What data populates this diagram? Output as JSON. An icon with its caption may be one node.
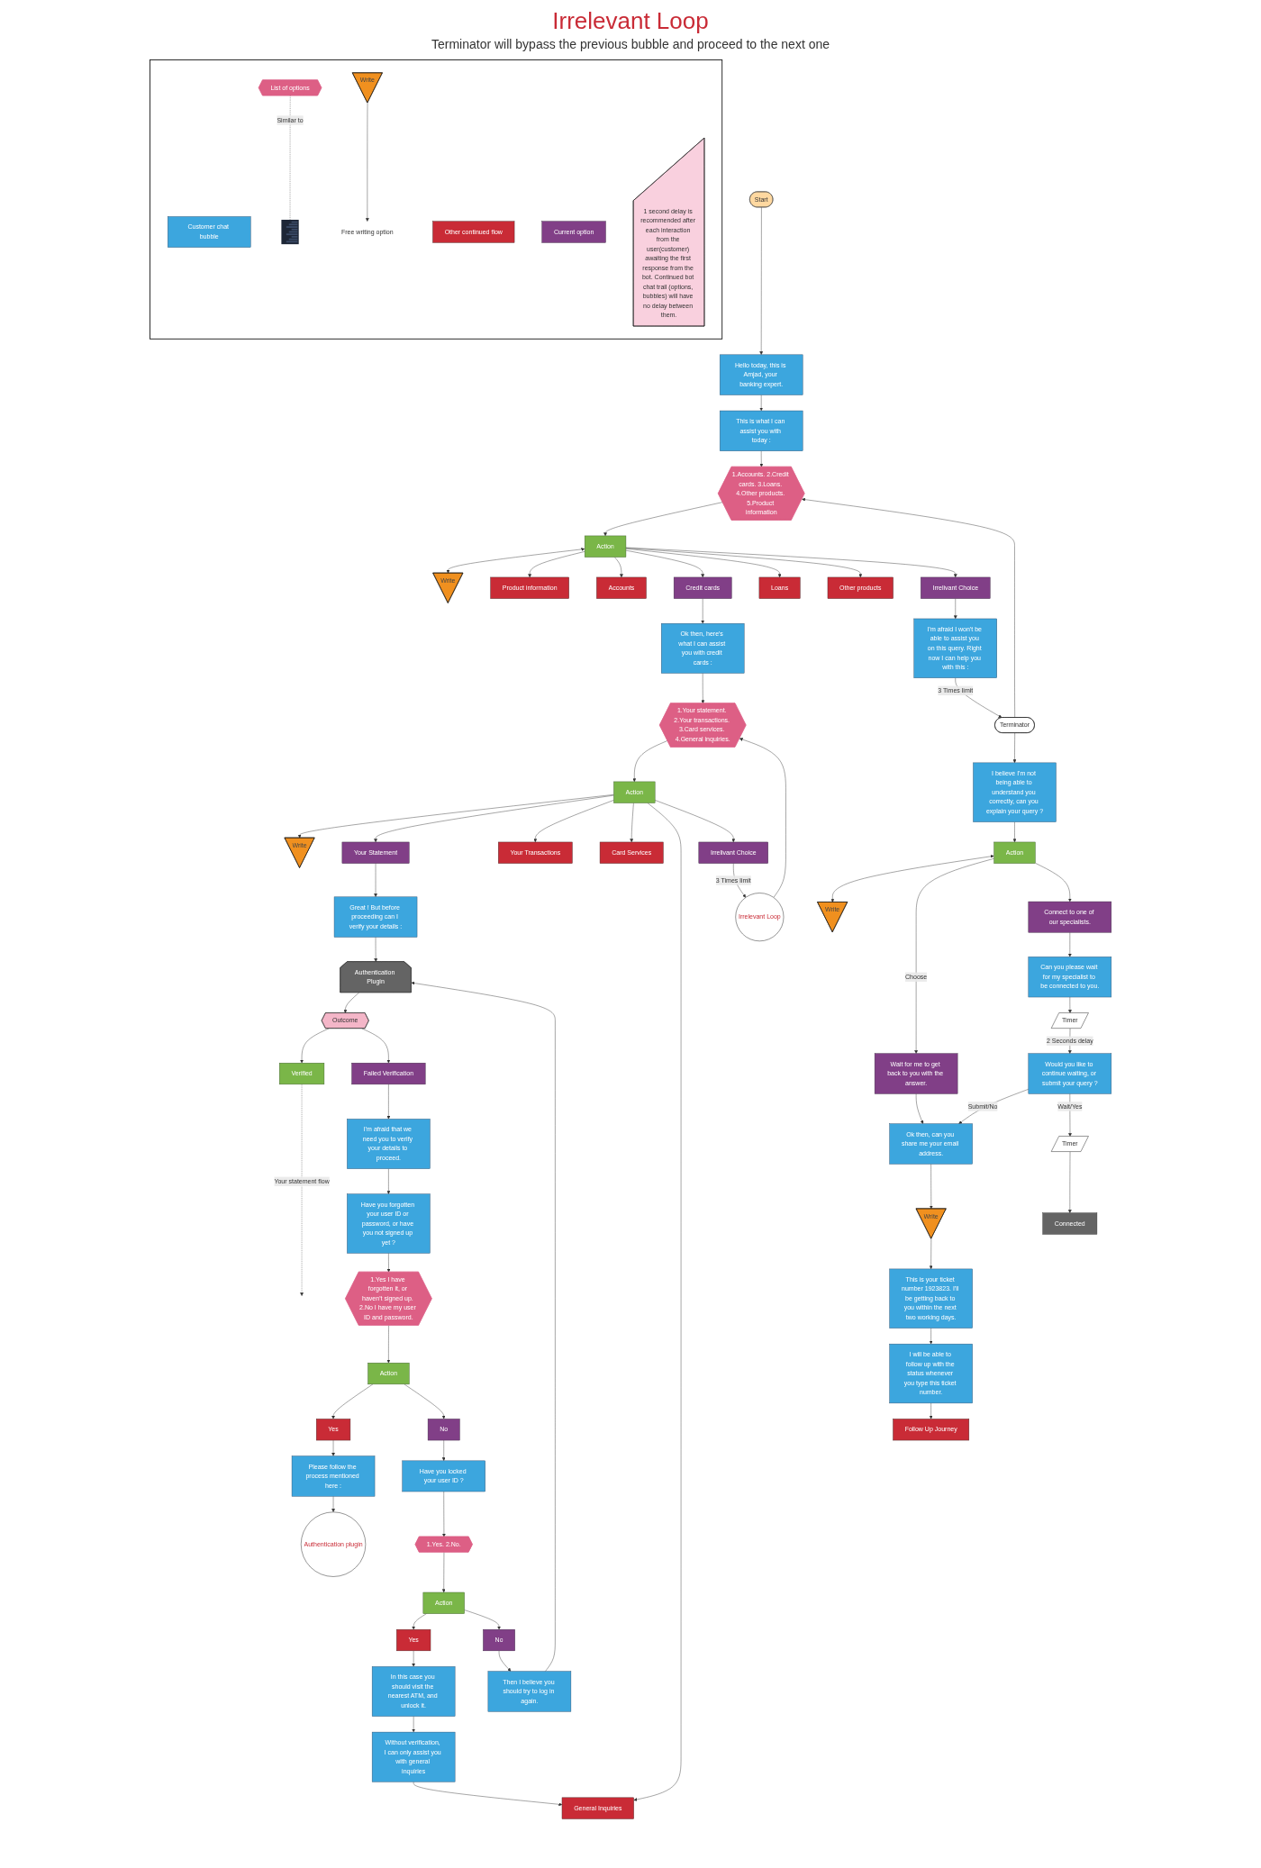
{
  "diagram": {
    "title": "Irrelevant Loop",
    "nodes": [
      {
        "text": [],
        "shape": "box"
      },
      {
        "text": [
          "Customer chat bubble"
        ],
        "in": 0
      },
      {
        "text": [
          "List of options"
        ],
        "in": 0
      },
      {
        "text": [],
        "shape": "picture",
        "in": 0
      },
      {
        "text": [
          "Write"
        ],
        "in": 0
      },
      {
        "text": [
          "Free writing option"
        ],
        "in": 0
      },
      {
        "text": [
          "Other continued flow"
        ],
        "in": 0
      },
      {
        "text": [
          "Current option"
        ],
        "in": 0
      },
      {
        "text": [
          "1 second delay is recommended after each interaction from the user(customer) awaiting the first response from the bot. Continued bot chat trail (options, bubbles) will have no delay between them."
        ],
        "in": 0
      },
      {
        "text": [
          "Start"
        ]
      },
      {
        "text": [
          "Hello today, this is Amjad, your banking expert."
        ]
      },
      {
        "text": [
          "This is what I can assist you with today :"
        ]
      },
      {
        "text": [
          "1.Accounts. 2.Credit cards. 3.Loans. 4.Other products. 5.Product information"
        ]
      },
      {
        "text": [
          "Action"
        ]
      },
      {
        "text": [
          "Write"
        ]
      },
      {
        "text": [
          "Product information"
        ]
      },
      {
        "text": [
          "Accounts"
        ]
      },
      {
        "text": [
          "Credit cards"
        ]
      },
      {
        "text": [
          "Loans"
        ]
      },
      {
        "text": [
          "Other products"
        ]
      },
      {
        "text": [
          "Irrelivant Choice"
        ]
      },
      {
        "text": [
          "Ok then, here's what I can assist you with credit cards :"
        ]
      },
      {
        "text": [
          "I'm afraid I won't be able to assist you on this query. Right now I can help you with this :"
        ]
      },
      {
        "text": [
          "Terminator"
        ]
      },
      {
        "text": [
          "I believe I'm not being able to understand you correctly, can you explain your query ?"
        ]
      },
      {
        "text": [
          "Action"
        ]
      },
      {
        "text": [
          "Write"
        ]
      },
      {
        "text": [
          "Wait for me to get back to you with the answer."
        ]
      },
      {
        "text": [
          "Connect to one of our specialists."
        ]
      },
      {
        "text": [
          "Ok then, can you share me your email address."
        ]
      },
      {
        "text": [
          "Can you please wait for my specialist to be connected to you."
        ]
      },
      {
        "text": [
          "Timer"
        ]
      },
      {
        "text": [
          "Write"
        ]
      },
      {
        "text": [
          "Would you like to continue waiting, or submit your query ?"
        ]
      },
      {
        "text": [
          "This is your ticket number 1923823. I'll be getting back to you within the next two working days."
        ]
      },
      {
        "text": [
          "Timer"
        ]
      },
      {
        "text": [
          "I will be able to follow up with the status whenever you type this ticket number."
        ]
      },
      {
        "text": [
          "Connected"
        ]
      },
      {
        "text": [
          "Follow Up Journey"
        ]
      },
      {
        "text": [
          "1.Your statement. 2.Your transactions. 3.Card services. 4.General inquiries."
        ]
      },
      {
        "text": [
          "Irrelevant Loop"
        ]
      },
      {
        "text": [
          "Action"
        ]
      },
      {
        "text": [
          "Write"
        ]
      },
      {
        "text": [
          "Your Statement"
        ]
      },
      {
        "text": [
          "Your Transactions"
        ]
      },
      {
        "text": [
          "Card Services"
        ]
      },
      {
        "text": [
          "General Inquiries"
        ]
      },
      {
        "text": [
          "Irrelivant Choice"
        ]
      },
      {
        "text": [
          "Great ! But before proceeding can I verify your details :"
        ]
      },
      {
        "text": [
          "Authentication Plugin"
        ]
      },
      {
        "text": [
          "Outcome"
        ]
      },
      {
        "text": [
          "Verified"
        ]
      },
      {
        "text": [
          "Failed Verification"
        ]
      },
      {
        "text": [
          "I'm afraid that we need you to verify your details to proceed."
        ]
      },
      {
        "text": [
          "Have you forgotten your user ID or password, or have you not signed up yet ?"
        ]
      },
      {
        "text": [
          "1.Yes I have forgotten it, or haven't signed up. 2.No I have my user ID and password."
        ]
      },
      {
        "text": [
          "Action"
        ]
      },
      {
        "text": [
          "Yes"
        ]
      },
      {
        "text": [
          "No"
        ]
      },
      {
        "text": [
          "Please follow the process mentioned here :"
        ]
      },
      {
        "text": [
          "Have you locked your user ID ?"
        ]
      },
      {
        "text": [
          "Authentication plugin"
        ]
      },
      {
        "text": [
          "1.Yes. 2.No."
        ]
      },
      {
        "text": [
          "Action"
        ]
      },
      {
        "text": [
          "Yes"
        ]
      },
      {
        "text": [
          "No"
        ]
      },
      {
        "text": [
          "In this case you should visit the nearest ATM, and unlock it."
        ]
      },
      {
        "text": [
          "Then I believe you should try to log in again."
        ]
      },
      {
        "text": [
          "Without verification, I can only assist you with general inquiries"
        ]
      }
    ],
    "edges": [
      {
        "from": 2,
        "to": 3,
        "arrow": "to",
        "label": "Similar to",
        "style": "dashed"
      },
      {
        "from": 4,
        "to": 5,
        "arrow": "to"
      },
      {
        "from": 9,
        "to": 10,
        "arrow": "to"
      },
      {
        "from": 10,
        "to": 11,
        "arrow": "to"
      },
      {
        "from": 11,
        "to": 12,
        "arrow": "to"
      },
      {
        "from": 12,
        "to": 13,
        "arrow": "to"
      },
      {
        "from": 13,
        "to": 14,
        "arrow": "both"
      },
      {
        "from": 13,
        "to": 15,
        "arrow": "to"
      },
      {
        "from": 13,
        "to": 16,
        "arrow": "to"
      },
      {
        "from": 13,
        "to": 17,
        "arrow": "to"
      },
      {
        "from": 13,
        "to": 18,
        "arrow": "to"
      },
      {
        "from": 13,
        "to": 19,
        "arrow": "to"
      },
      {
        "from": 13,
        "to": 20,
        "arrow": "to"
      },
      {
        "from": 17,
        "to": 21,
        "arrow": "to"
      },
      {
        "from": 20,
        "to": 22,
        "arrow": "to"
      },
      {
        "from": 22,
        "to": 23,
        "arrow": "to",
        "label": "3 Times limit"
      },
      {
        "from": 23,
        "to": 12,
        "arrow": "to"
      },
      {
        "from": 23,
        "to": 24,
        "arrow": "to"
      },
      {
        "from": 24,
        "to": 25,
        "arrow": "to"
      },
      {
        "from": 25,
        "to": 26,
        "arrow": "both"
      },
      {
        "from": 25,
        "to": 27,
        "arrow": "to",
        "label": "Choose"
      },
      {
        "from": 25,
        "to": 28,
        "arrow": "to"
      },
      {
        "from": 27,
        "to": 29,
        "arrow": "to"
      },
      {
        "from": 28,
        "to": 30,
        "arrow": "to"
      },
      {
        "from": 29,
        "to": 32,
        "arrow": "to"
      },
      {
        "from": 30,
        "to": 31,
        "arrow": "to"
      },
      {
        "from": 31,
        "to": 33,
        "arrow": "to",
        "label": "2 Seconds delay"
      },
      {
        "from": 32,
        "to": 34,
        "arrow": "to"
      },
      {
        "from": 33,
        "to": 29,
        "arrow": "to",
        "label": "Submit/No"
      },
      {
        "from": 33,
        "to": 35,
        "arrow": "to",
        "label": "Wait/Yes"
      },
      {
        "from": 34,
        "to": 36,
        "arrow": "to"
      },
      {
        "from": 35,
        "to": 37,
        "arrow": "to"
      },
      {
        "from": 36,
        "to": 38,
        "arrow": "to"
      },
      {
        "from": 21,
        "to": 39,
        "arrow": "to"
      },
      {
        "from": 40,
        "to": 39,
        "arrow": "to"
      },
      {
        "from": 39,
        "to": 41,
        "arrow": "to"
      },
      {
        "from": 41,
        "to": 42,
        "arrow": "to"
      },
      {
        "from": 41,
        "to": 43,
        "arrow": "to"
      },
      {
        "from": 41,
        "to": 44,
        "arrow": "to"
      },
      {
        "from": 41,
        "to": 45,
        "arrow": "to"
      },
      {
        "from": 41,
        "to": 46,
        "arrow": "to"
      },
      {
        "from": 41,
        "to": 47,
        "arrow": "to"
      },
      {
        "from": 47,
        "to": 40,
        "arrow": "to",
        "label": "3 Times limit"
      },
      {
        "from": 43,
        "to": 48,
        "arrow": "to"
      },
      {
        "from": 48,
        "to": 49,
        "arrow": "to"
      },
      {
        "from": 49,
        "to": 50,
        "arrow": "to"
      },
      {
        "from": 50,
        "to": 51,
        "arrow": "to"
      },
      {
        "from": 50,
        "to": 52,
        "arrow": "to"
      },
      {
        "from": 51,
        "to": null,
        "arrow": "to",
        "label": "Your statement flow",
        "style": "dashed"
      },
      {
        "from": 52,
        "to": 53,
        "arrow": "to"
      },
      {
        "from": 53,
        "to": 54,
        "arrow": "to"
      },
      {
        "from": 54,
        "to": 55,
        "arrow": "to"
      },
      {
        "from": 55,
        "to": 56,
        "arrow": "to"
      },
      {
        "from": 56,
        "to": 57,
        "arrow": "to"
      },
      {
        "from": 56,
        "to": 58,
        "arrow": "to"
      },
      {
        "from": 57,
        "to": 59,
        "arrow": "to"
      },
      {
        "from": 58,
        "to": 60,
        "arrow": "to"
      },
      {
        "from": 59,
        "to": 61,
        "arrow": "to"
      },
      {
        "from": 60,
        "to": 62,
        "arrow": "to"
      },
      {
        "from": 62,
        "to": 63,
        "arrow": "to"
      },
      {
        "from": 63,
        "to": 64,
        "arrow": "to"
      },
      {
        "from": 63,
        "to": 65,
        "arrow": "to"
      },
      {
        "from": 64,
        "to": 66,
        "arrow": "to"
      },
      {
        "from": 65,
        "to": 67,
        "arrow": "to"
      },
      {
        "from": 66,
        "to": 68,
        "arrow": "to"
      },
      {
        "from": 67,
        "to": 49,
        "arrow": "to"
      },
      {
        "from": 68,
        "to": 46,
        "arrow": "to"
      }
    ],
    "labels": [
      "Terminator will bypass the previous bubble and proceed to the next one"
    ]
  }
}
